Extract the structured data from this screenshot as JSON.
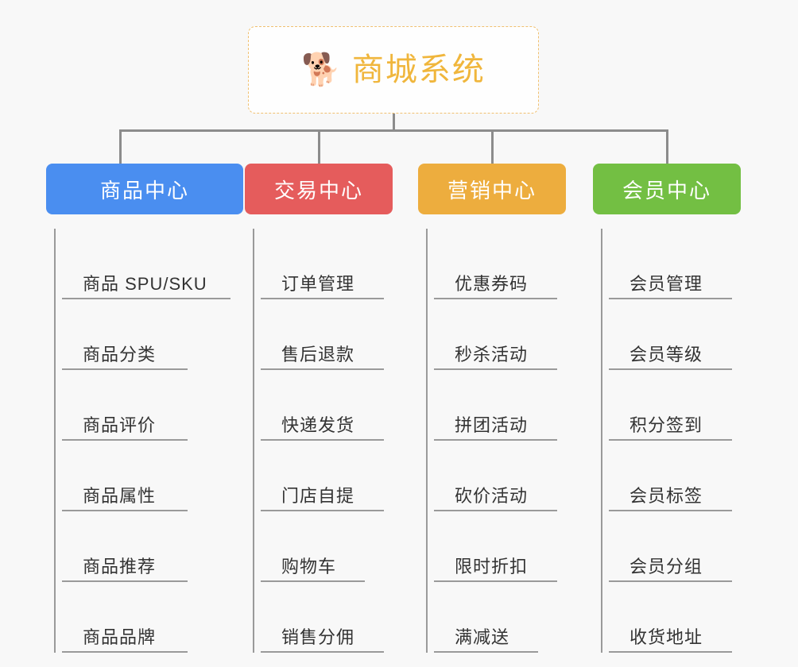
{
  "background_color": "#f8f8f8",
  "root": {
    "icon": "shiba-dog-face-emoji",
    "emoji": "🐕",
    "title": "商城系统",
    "text_color": "#f0b63c",
    "border_color": "#f0c070",
    "fill_color": "#fefefe"
  },
  "connector_color": "#8c8c8c",
  "branches": [
    {
      "label": "商品中心",
      "color": "#4a8ef0",
      "items": [
        {
          "label": "商品 SPU/SKU",
          "rule_width": 212
        },
        {
          "label": "商品分类",
          "rule_width": 158
        },
        {
          "label": "商品评价",
          "rule_width": 158
        },
        {
          "label": "商品属性",
          "rule_width": 158
        },
        {
          "label": "商品推荐",
          "rule_width": 158
        },
        {
          "label": "商品品牌",
          "rule_width": 158
        }
      ]
    },
    {
      "label": "交易中心",
      "color": "#e55c5c",
      "items": [
        {
          "label": "订单管理",
          "rule_width": 155
        },
        {
          "label": "售后退款",
          "rule_width": 155
        },
        {
          "label": "快递发货",
          "rule_width": 155
        },
        {
          "label": "门店自提",
          "rule_width": 155
        },
        {
          "label": "购物车",
          "rule_width": 131
        },
        {
          "label": "销售分佣",
          "rule_width": 155
        }
      ]
    },
    {
      "label": "营销中心",
      "color": "#edad3e",
      "items": [
        {
          "label": "优惠券码",
          "rule_width": 155
        },
        {
          "label": "秒杀活动",
          "rule_width": 155
        },
        {
          "label": "拼团活动",
          "rule_width": 155
        },
        {
          "label": "砍价活动",
          "rule_width": 155
        },
        {
          "label": "限时折扣",
          "rule_width": 155
        },
        {
          "label": "满减送",
          "rule_width": 131
        }
      ]
    },
    {
      "label": "会员中心",
      "color": "#73bf43",
      "items": [
        {
          "label": "会员管理",
          "rule_width": 155
        },
        {
          "label": "会员等级",
          "rule_width": 155
        },
        {
          "label": "积分签到",
          "rule_width": 155
        },
        {
          "label": "会员标签",
          "rule_width": 155
        },
        {
          "label": "会员分组",
          "rule_width": 155
        },
        {
          "label": "收货地址",
          "rule_width": 155
        }
      ]
    }
  ]
}
